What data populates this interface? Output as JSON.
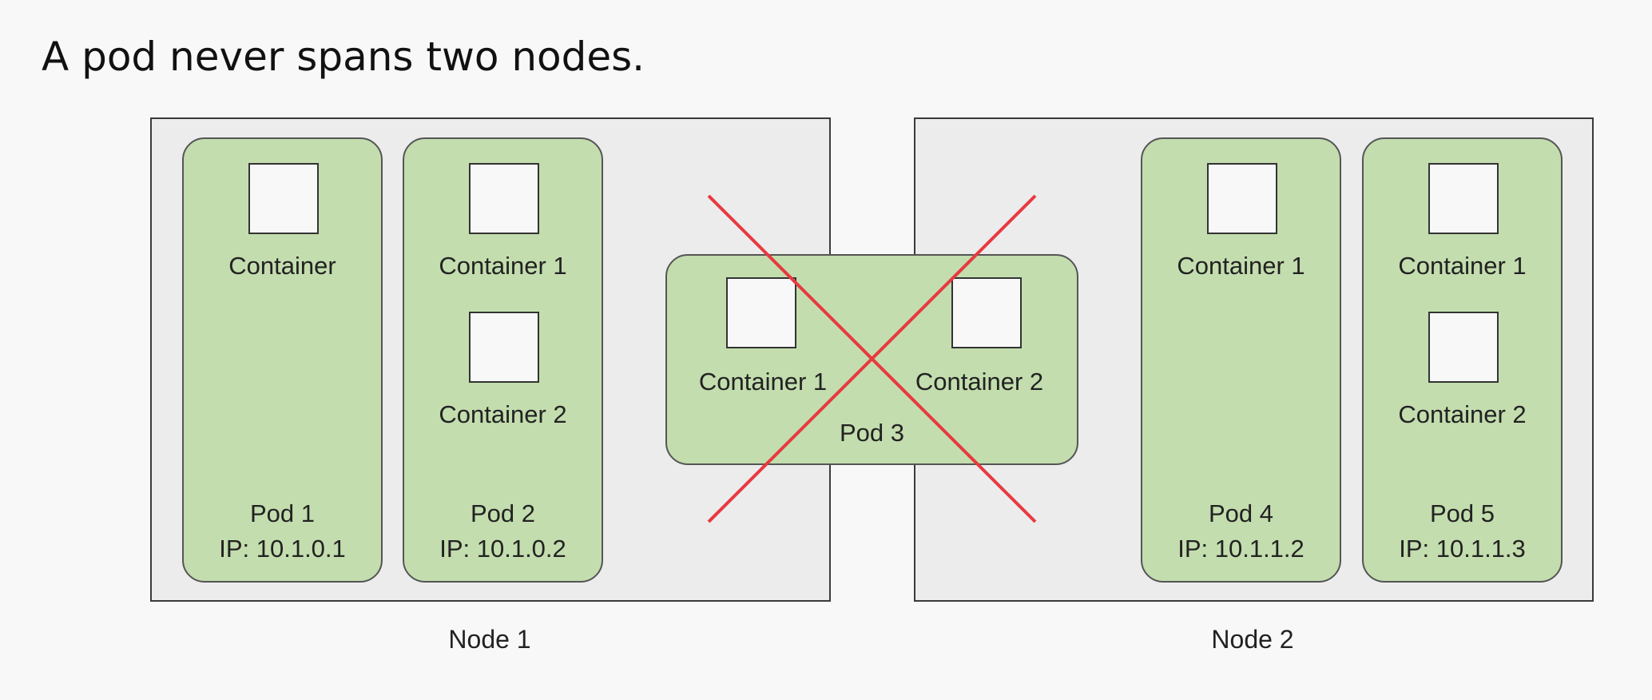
{
  "title": "A pod never spans two nodes.",
  "nodes": [
    {
      "label": "Node 1"
    },
    {
      "label": "Node 2"
    }
  ],
  "pods": [
    {
      "name": "Pod 1",
      "ip": "IP: 10.1.0.1",
      "containers": [
        "Container"
      ]
    },
    {
      "name": "Pod 2",
      "ip": "IP: 10.1.0.2",
      "containers": [
        "Container 1",
        "Container 2"
      ]
    },
    {
      "name": "Pod 3",
      "containers": [
        "Container 1",
        "Container 2"
      ]
    },
    {
      "name": "Pod 4",
      "ip": "IP: 10.1.1.2",
      "containers": [
        "Container 1"
      ]
    },
    {
      "name": "Pod 5",
      "ip": "IP: 10.1.1.3",
      "containers": [
        "Container 1",
        "Container 2"
      ]
    }
  ],
  "colors": {
    "node_fill": "#ececec",
    "pod_fill": "#c3ddae",
    "cross": "#e8393f"
  }
}
